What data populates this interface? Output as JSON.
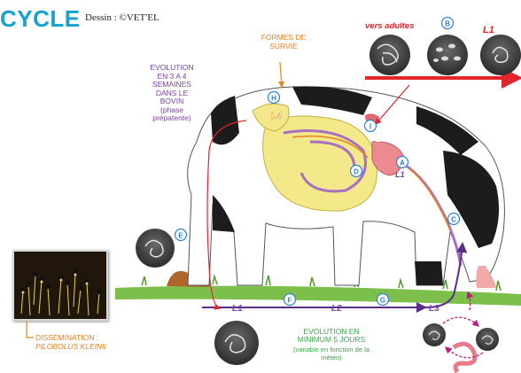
{
  "header": {
    "title": "CYCLE",
    "credit": "Dessin : ©VET'EL"
  },
  "annotations": {
    "formes_survie": [
      "FORMES DE",
      "SURVIE"
    ],
    "evolution_bovin": [
      "EVOLUTION",
      "EN 3 A 4",
      "SEMAINES",
      "DANS LE",
      "BOVIN",
      "(phase",
      "prépatente)"
    ],
    "vers_adultes": "vers adultes",
    "evolution_min": [
      "EVOLUTION EN",
      "MINIMUM 5 JOURS"
    ],
    "meteo": [
      "(variable en fonction de la",
      "météo)"
    ],
    "dissemination": [
      "DISSÉMINATION :",
      "PILOBOLUS KLEINII"
    ]
  },
  "stage_labels": {
    "l1_top": "L1",
    "l4": "L4",
    "l5": "L5",
    "l1_body": "L1",
    "l1_ground": "L1",
    "l2": "L2",
    "l3": "L3"
  },
  "markers": {
    "a": "A",
    "b": "B",
    "c": "C",
    "d": "D",
    "e": "E",
    "f": "F",
    "g": "G",
    "h": "H",
    "i": "I"
  },
  "colors": {
    "title": "#14a3cf",
    "purple": "#7a3fa0",
    "orange": "#e8821e",
    "green": "#3aa64a",
    "red": "#e2252b",
    "marker": "#2f7fd0"
  }
}
